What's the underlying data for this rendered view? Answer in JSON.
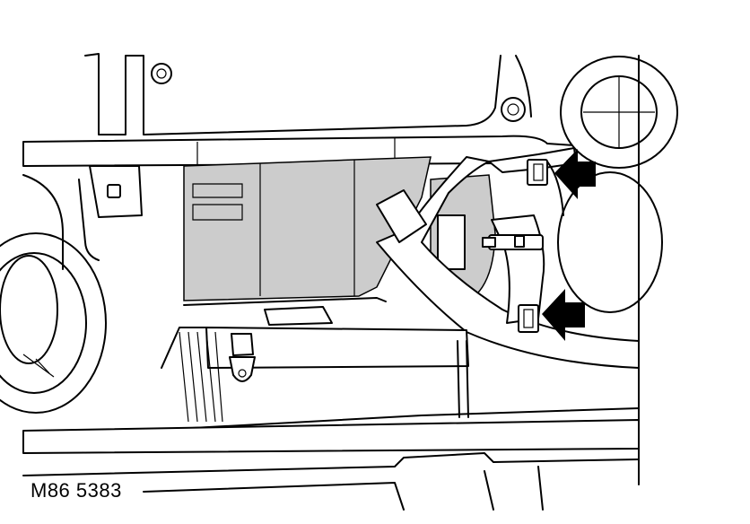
{
  "figure": {
    "code": "M86 5383",
    "arrows": [
      {
        "name": "upper-fixing-arrow",
        "direction": "left"
      },
      {
        "name": "lower-fixing-arrow",
        "direction": "left"
      }
    ],
    "colors": {
      "line": "#000000",
      "shade": "#cccccc",
      "background": "#ffffff"
    }
  }
}
